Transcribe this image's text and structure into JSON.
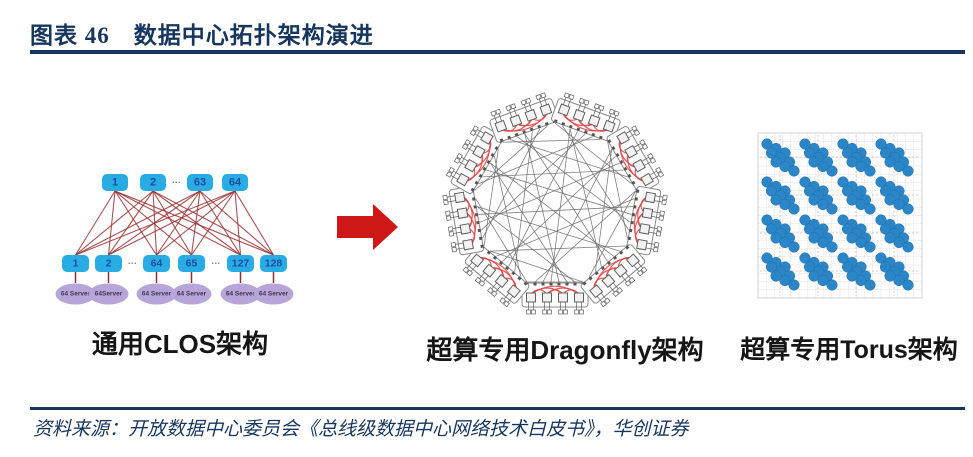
{
  "header": {
    "title": "图表 46　数据中心拓扑架构演进"
  },
  "footer": {
    "source": "资料来源：开放数据中心委员会《总线级数据中心网络技术白皮书》，华创证券"
  },
  "colors": {
    "accent_navy": "#17365D",
    "clos_node_fill": "#29ACE3",
    "clos_node_text": "#1D4E9E",
    "clos_edge": "#993333",
    "server_fill": "#B7A4D8",
    "server_text": "#3A3A52",
    "arrow_red": "#CE1717",
    "dragonfly_link": "#6B6B6B",
    "dragonfly_red": "#E04A4A",
    "dragonfly_outline": "#8A8A8A",
    "torus_blue": "#2B86C8",
    "torus_grid": "#D8D8D8",
    "ellipsis_gray": "#777777"
  },
  "clos": {
    "label": "通用CLOS架构",
    "ellipsis": "···",
    "top_nodes": [
      "1",
      "2",
      "63",
      "64"
    ],
    "top_gaps": [
      1
    ],
    "bottom_nodes": [
      "1",
      "2",
      "64",
      "65",
      "127",
      "128"
    ],
    "bottom_gaps": [
      1,
      3
    ],
    "server_labels": [
      "64 Server",
      "64Server",
      "64 Server",
      "64 Server",
      "64 Server",
      "64 Server"
    ]
  },
  "arrow": {
    "icon": "right-arrow-icon",
    "direction": "right"
  },
  "dragonfly": {
    "label": "超算专用Dragonfly架构",
    "groups": 9,
    "routers_per_group": 4,
    "terminals_per_router": 2
  },
  "torus": {
    "label": "超算专用Torus架构",
    "grid_rows": 4,
    "grid_cols": 4,
    "cluster_rows": 3,
    "cluster_cols": 3
  }
}
